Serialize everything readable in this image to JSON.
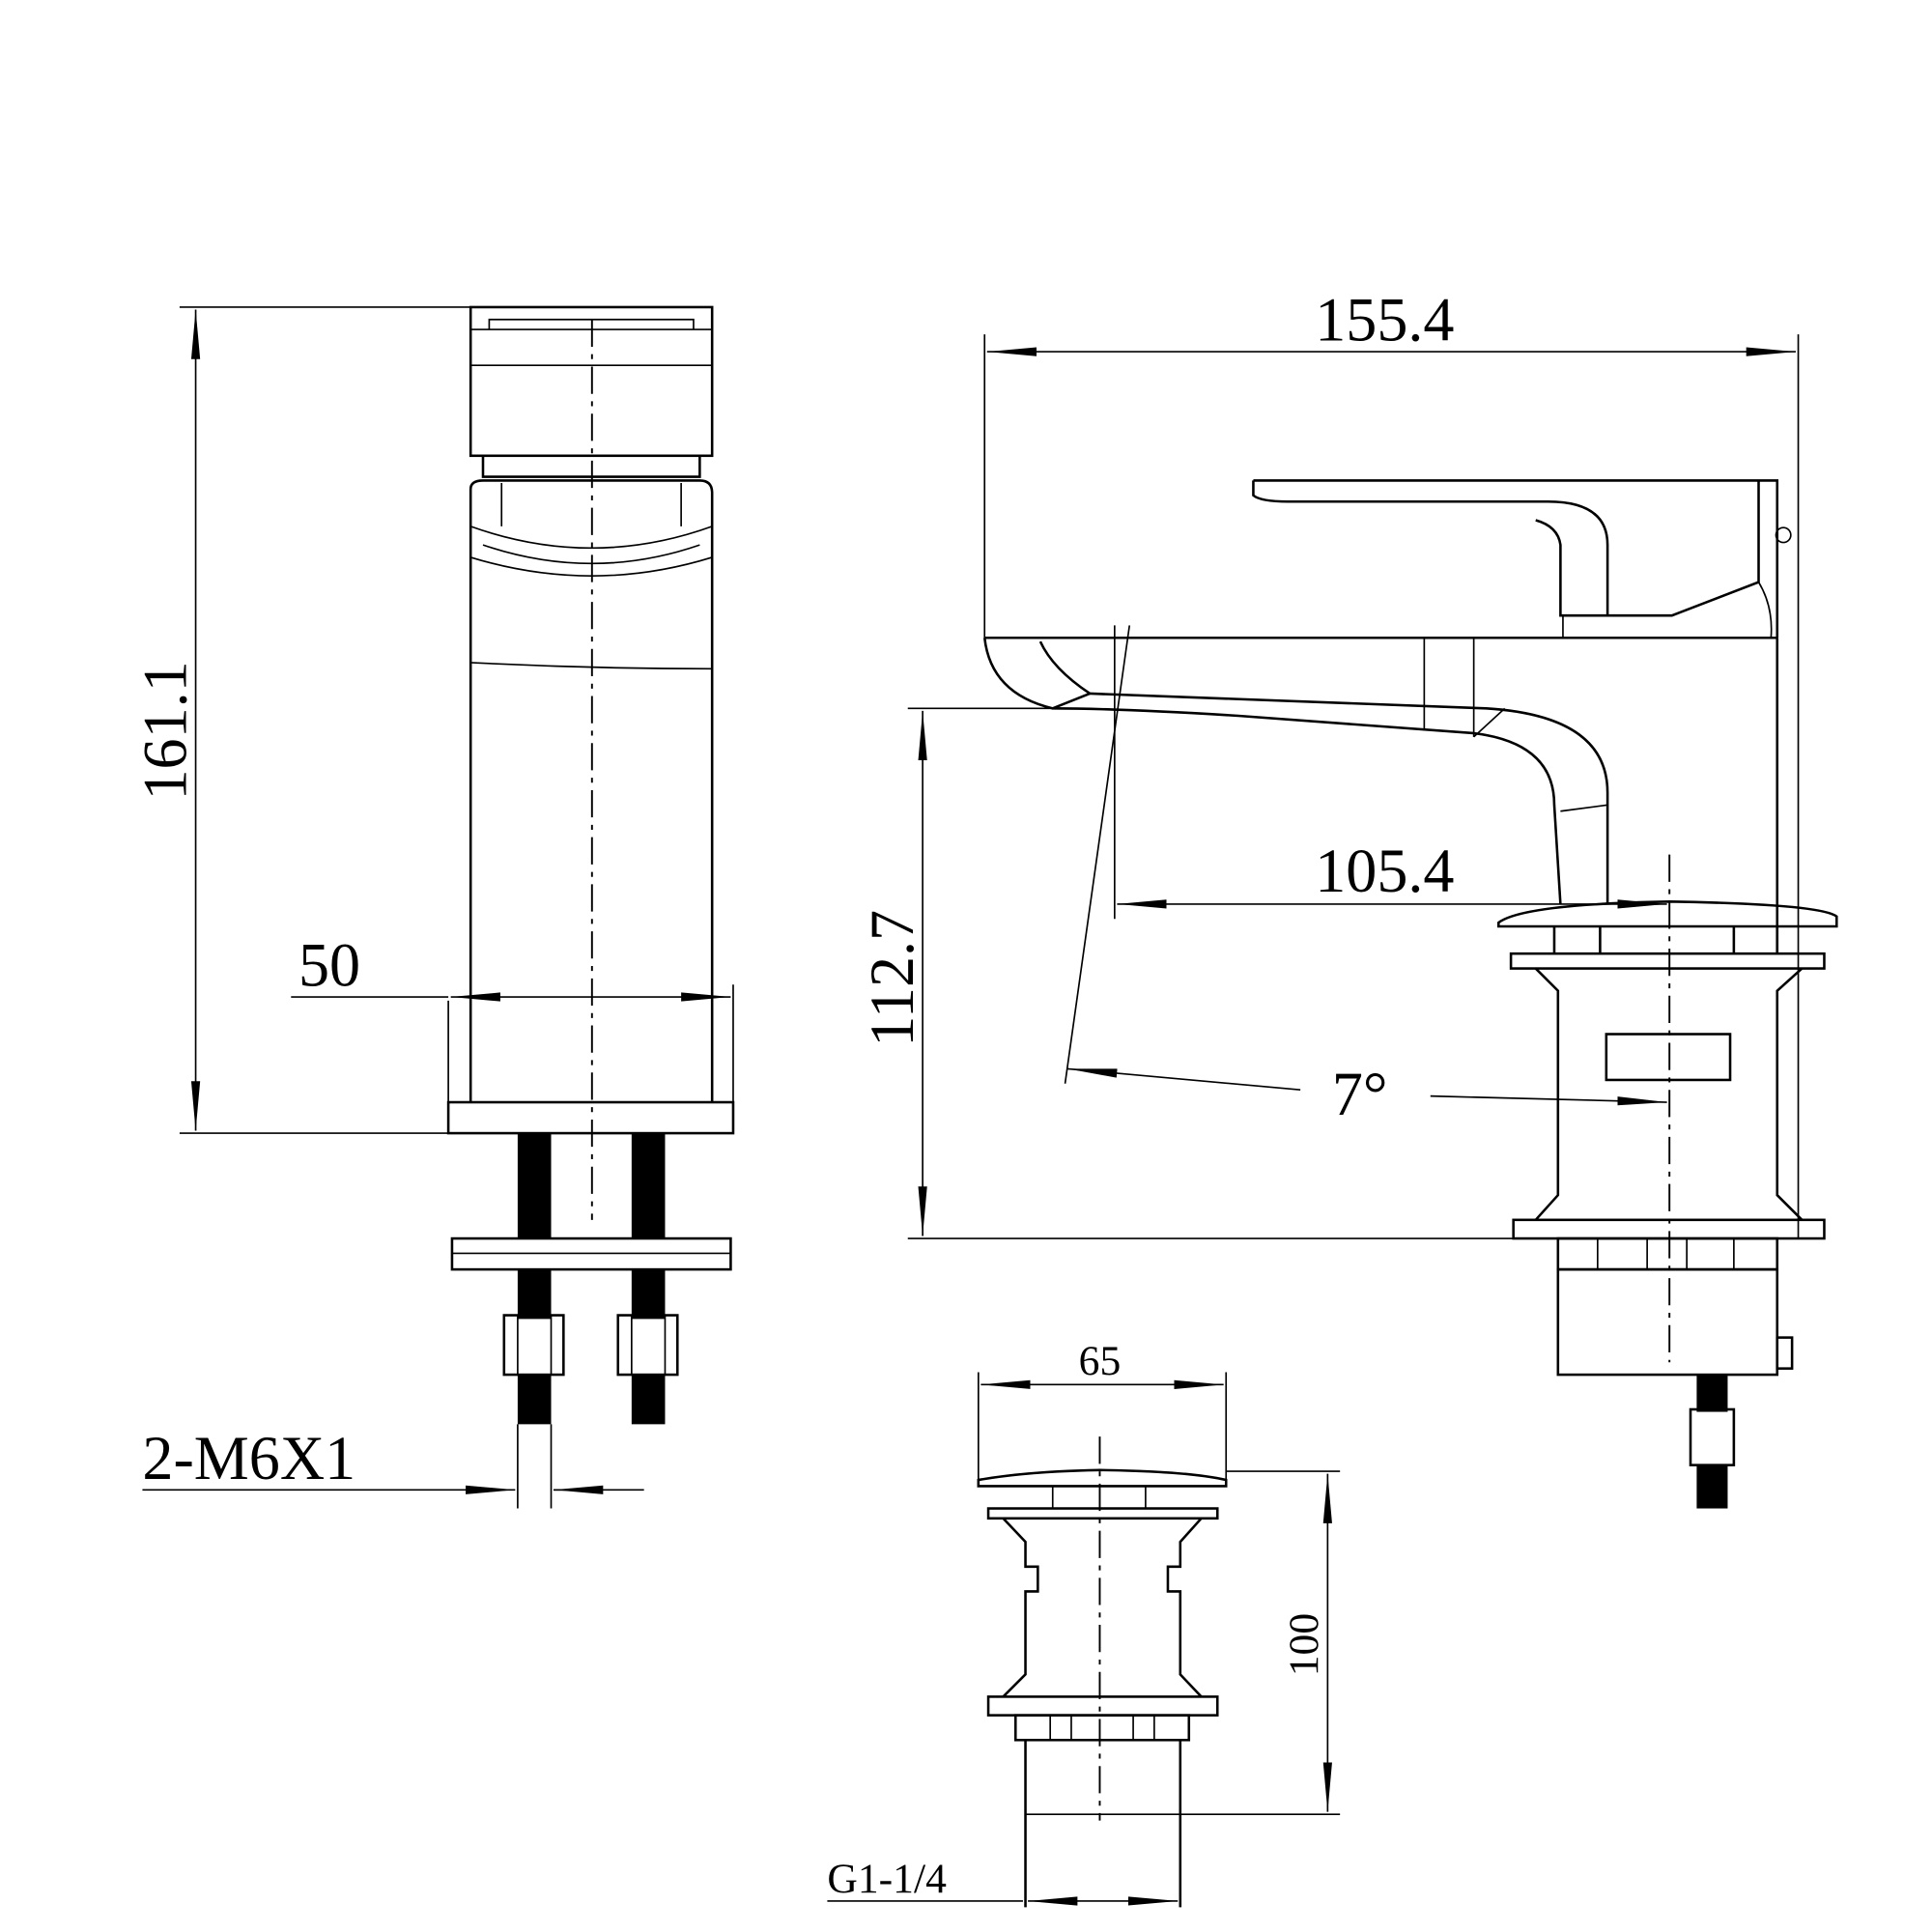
{
  "dimensions": {
    "total_height": "161.1",
    "base_width": "50",
    "thread_spec": "2-M6X1",
    "total_length": "155.4",
    "spout_height": "112.7",
    "spout_reach": "105.4",
    "tilt_angle": "7°",
    "drain_diameter": "65",
    "drain_height": "100",
    "drain_thread": "G1-1/4"
  },
  "colors": {
    "line": "#000000",
    "background": "#ffffff"
  }
}
